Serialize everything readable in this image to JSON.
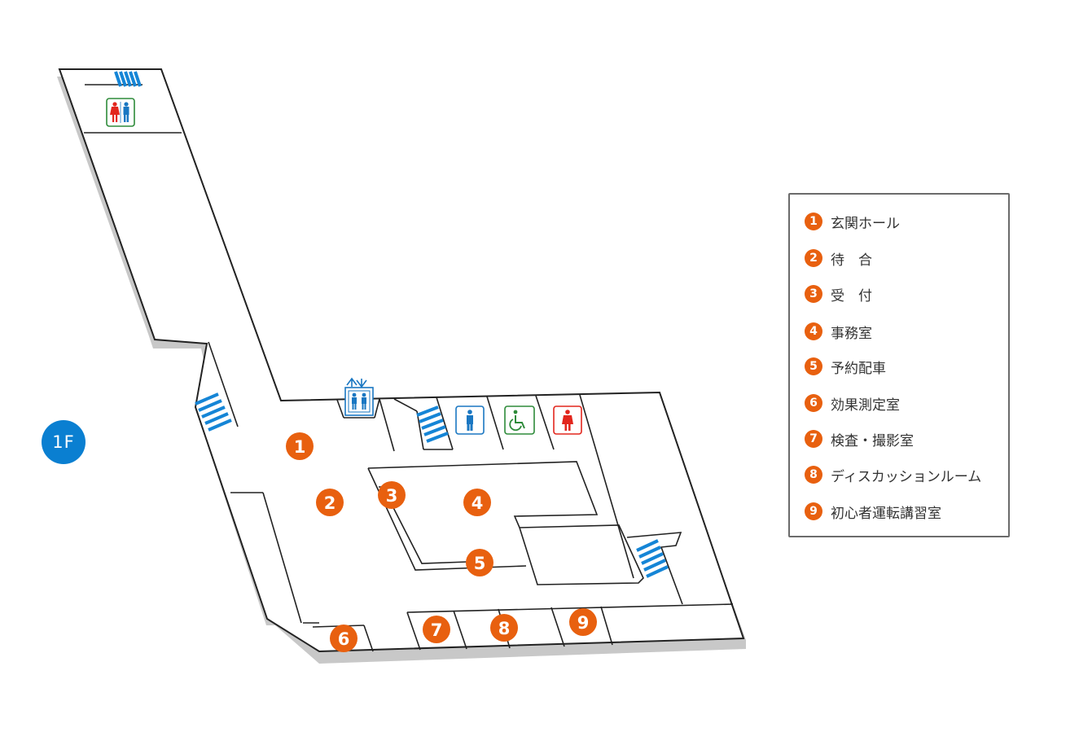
{
  "floor": {
    "label": "1F",
    "color": "#0a7fd1"
  },
  "accent_colors": {
    "room_marker": "#e8600f",
    "stairs": "#1585d6",
    "wall": "#222222",
    "shadow": "#c8c8c8",
    "restroom_female": "#e2261d",
    "restroom_male": "#1a77c2",
    "accessible": "#2e8b3a"
  },
  "legend": {
    "items": [
      {
        "num": "1",
        "label": "玄関ホール"
      },
      {
        "num": "2",
        "label": "待　合"
      },
      {
        "num": "3",
        "label": "受　付"
      },
      {
        "num": "4",
        "label": "事務室"
      },
      {
        "num": "5",
        "label": "予約配車"
      },
      {
        "num": "6",
        "label": "効果測定室"
      },
      {
        "num": "7",
        "label": "検査・撮影室"
      },
      {
        "num": "8",
        "label": "ディスカッションルーム"
      },
      {
        "num": "9",
        "label": "初心者運転講習室"
      }
    ]
  },
  "rooms": [
    {
      "num": "1"
    },
    {
      "num": "2"
    },
    {
      "num": "3"
    },
    {
      "num": "4"
    },
    {
      "num": "5"
    },
    {
      "num": "6"
    },
    {
      "num": "7"
    },
    {
      "num": "8"
    },
    {
      "num": "9"
    }
  ],
  "icons": [
    "restroom-icon",
    "elevator-icon",
    "male-restroom-icon",
    "accessible-restroom-icon",
    "female-restroom-icon",
    "stairs-icon"
  ]
}
